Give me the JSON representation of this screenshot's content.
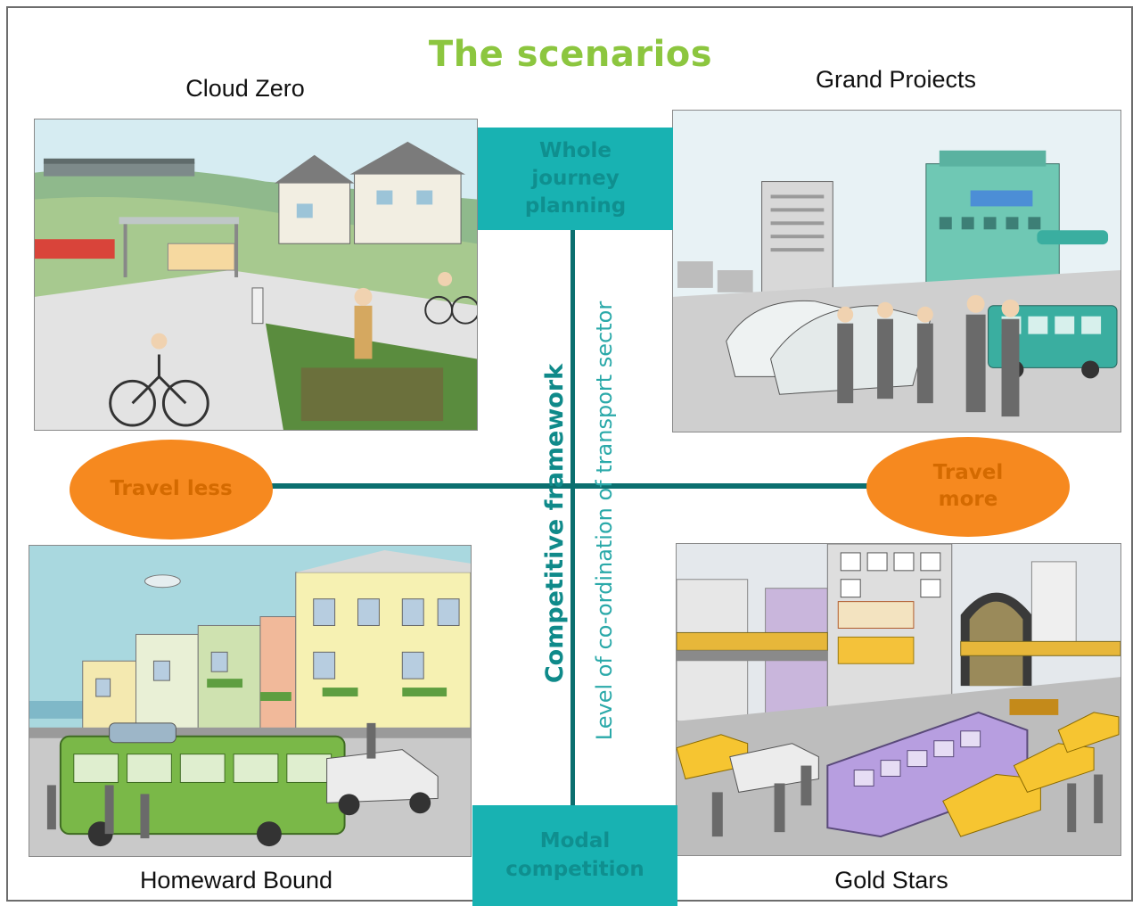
{
  "title": "The scenarios",
  "quadrants": {
    "top_left": "Cloud Zero",
    "top_right": "Grand Proiects",
    "bottom_left": "Homeward Bound",
    "bottom_right": "Gold Stars"
  },
  "axes": {
    "top_box": "Whole\njourney\nplanning",
    "bottom_box": "Modal\ncompetition",
    "left_oval": "Travel less",
    "right_oval": "Travel\nmore",
    "vertical_strong": "Competitive framework",
    "vertical_light": "Level of co-ordination of transport sector"
  },
  "colors": {
    "title_green": "#8cc63f",
    "teal": "#18b2b2",
    "axis_teal": "#0b6f6f",
    "orange": "#f6891f"
  }
}
